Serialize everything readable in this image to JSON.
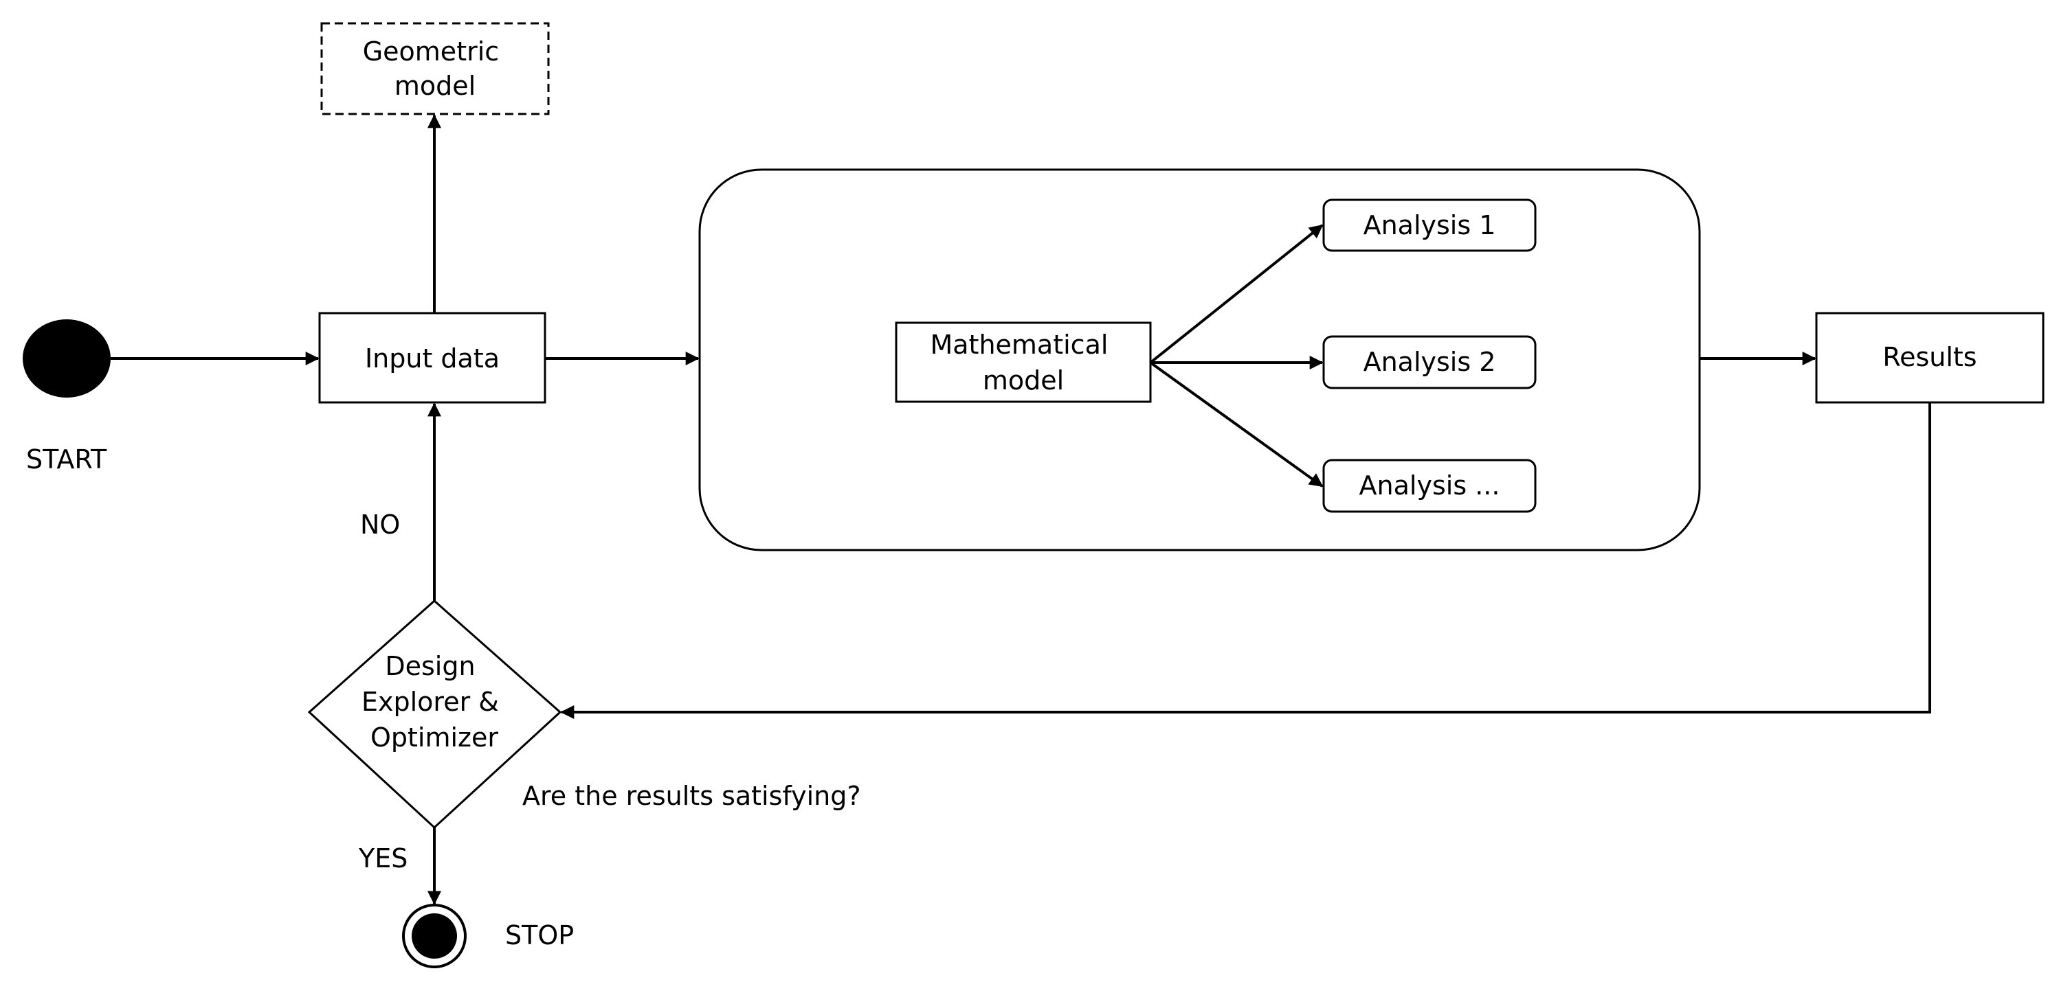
{
  "nodes": {
    "start": {
      "label": "START"
    },
    "geometric_model": {
      "lines": [
        "Geometric",
        "model"
      ]
    },
    "input_data": {
      "label": "Input data"
    },
    "mathematical_model": {
      "lines": [
        "Mathematical",
        "model"
      ]
    },
    "analysis_1": {
      "label": "Analysis 1"
    },
    "analysis_2": {
      "label": "Analysis 2"
    },
    "analysis_n": {
      "label": "Analysis ..."
    },
    "results": {
      "label": "Results"
    },
    "design_explorer": {
      "lines": [
        "Design",
        "Explorer &",
        "Optimizer"
      ]
    },
    "stop": {
      "label": "STOP"
    }
  },
  "edge_labels": {
    "no": "NO",
    "yes": "YES",
    "question": "Are the results satisfying?"
  }
}
